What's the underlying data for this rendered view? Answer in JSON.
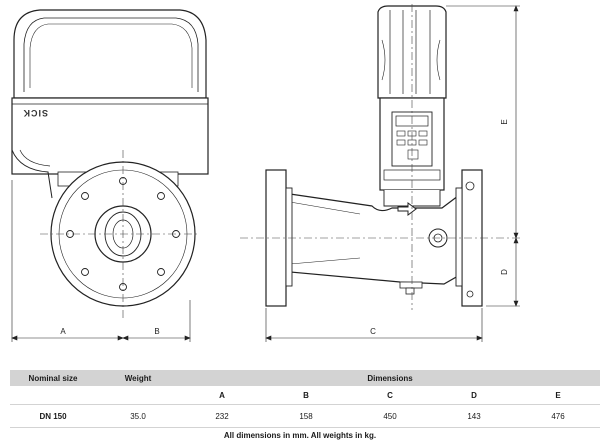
{
  "drawing": {
    "brand": "SICK",
    "dimension_labels": {
      "a": "A",
      "b": "B",
      "c": "C",
      "d": "D",
      "e": "E"
    },
    "icons": [
      "flow-arrow-icon",
      "display-panel-icon"
    ]
  },
  "table": {
    "headers": {
      "nominal_size": "Nominal size",
      "weight": "Weight",
      "dimensions": "Dimensions",
      "a": "A",
      "b": "B",
      "c": "C",
      "d": "D",
      "e": "E"
    },
    "rows": [
      {
        "nominal_size": "DN 150",
        "weight": "35.0",
        "a": "232",
        "b": "158",
        "c": "450",
        "d": "143",
        "e": "476"
      }
    ]
  },
  "footnote": "All dimensions in mm. All weights in kg."
}
